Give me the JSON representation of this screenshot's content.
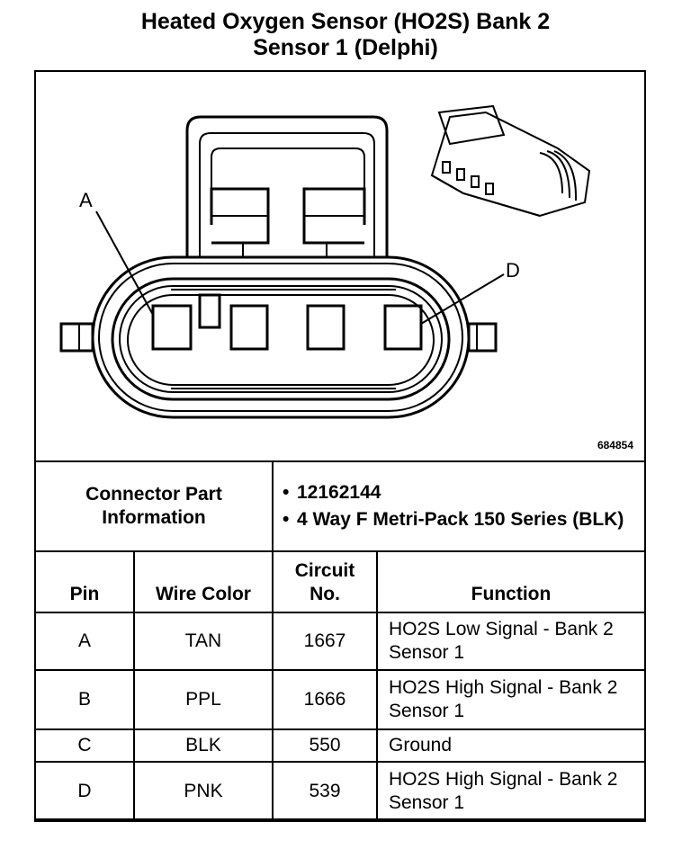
{
  "title_line1": "Heated Oxygen Sensor (HO2S) Bank 2",
  "title_line2": "Sensor 1 (Delphi)",
  "diagram": {
    "label_a": "A",
    "label_d": "D",
    "figure_number": "684854"
  },
  "connector_info": {
    "label": "Connector Part Information",
    "items": [
      "12162144",
      "4 Way F Metri-Pack 150 Series (BLK)"
    ]
  },
  "table": {
    "headers": {
      "pin": "Pin",
      "wire_color": "Wire Color",
      "circuit": "Circuit No.",
      "function": "Function"
    },
    "rows": [
      {
        "pin": "A",
        "wire_color": "TAN",
        "circuit": "1667",
        "function": "HO2S Low Signal - Bank 2 Sensor 1"
      },
      {
        "pin": "B",
        "wire_color": "PPL",
        "circuit": "1666",
        "function": "HO2S High Signal - Bank 2 Sensor 1"
      },
      {
        "pin": "C",
        "wire_color": "BLK",
        "circuit": "550",
        "function": "Ground"
      },
      {
        "pin": "D",
        "wire_color": "PNK",
        "circuit": "539",
        "function": "HO2S High Signal - Bank 2 Sensor 1"
      }
    ]
  }
}
